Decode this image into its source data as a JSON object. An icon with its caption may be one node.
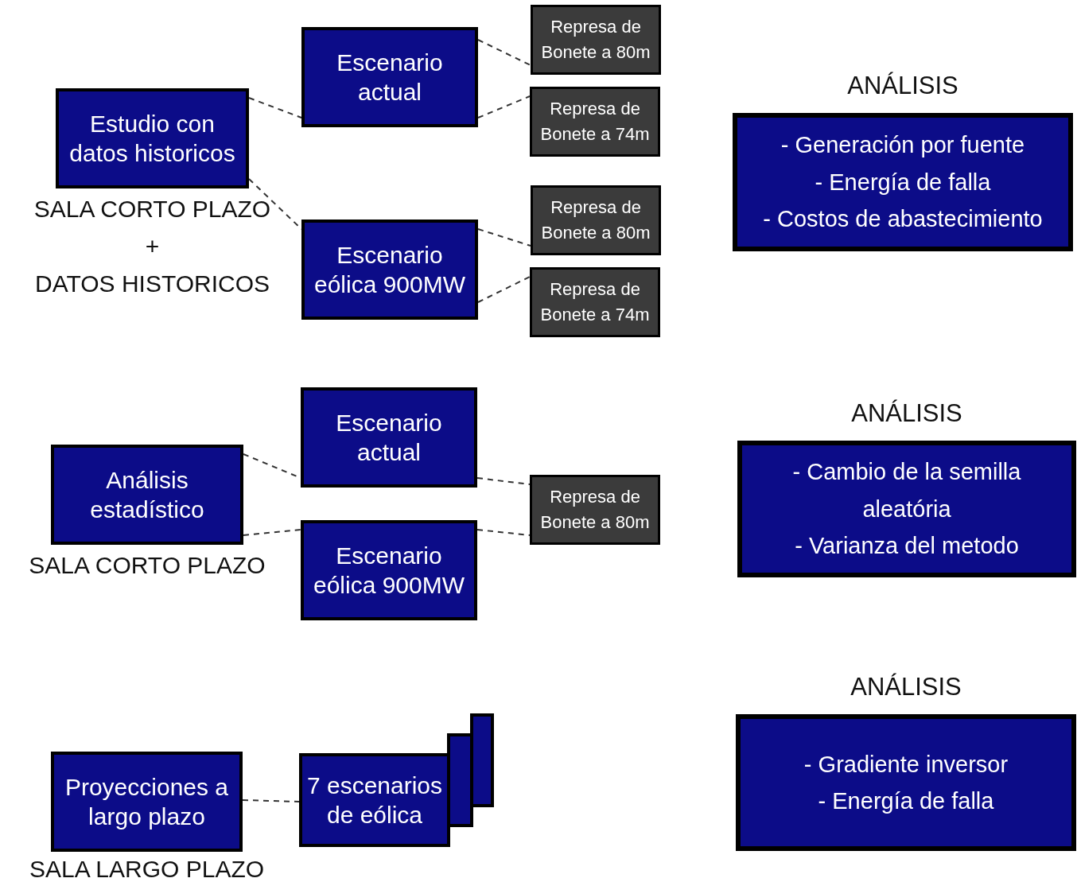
{
  "diagram": {
    "nodes": [
      {
        "text": [
          "Estudio con datos historicos"
        ],
        "beside": [
          "SALA CORTO PLAZO",
          "+",
          "DATOS HISTORICOS"
        ]
      },
      {
        "text": [
          "Escenario actual"
        ]
      },
      {
        "text": [
          "Represa de Bonete a 80m"
        ]
      },
      {
        "text": [
          "Represa de Bonete a 74m"
        ]
      },
      {
        "text": [
          "Escenario eólica 900MW"
        ]
      },
      {
        "text": [
          "Represa de Bonete a 80m"
        ]
      },
      {
        "text": [
          "Represa de Bonete a 74m"
        ]
      },
      {
        "text": [
          "ANÁLISIS",
          "- Generación por fuente",
          "- Energía de falla",
          "- Costos de abastecimiento"
        ]
      },
      {
        "text": [
          "Análisis estadístico"
        ],
        "beside": [
          "SALA CORTO PLAZO"
        ]
      },
      {
        "text": [
          "Escenario actual"
        ]
      },
      {
        "text": [
          "Escenario eólica 900MW"
        ]
      },
      {
        "text": [
          "Represa de Bonete a 80m"
        ]
      },
      {
        "text": [
          "ANÁLISIS",
          "- Cambio de la semilla aleatória",
          "- Varianza del metodo"
        ]
      },
      {
        "text": [
          "Proyecciones a largo plazo"
        ],
        "beside": [
          "SALA LARGO PLAZO"
        ]
      },
      {
        "text": [],
        "shape": "box"
      },
      {
        "text": [],
        "shape": "box"
      },
      {
        "text": [
          "7 escenarios de eólica"
        ]
      },
      {
        "text": [
          "ANÁLISIS",
          "- Gradiente inversor",
          "- Energía de falla"
        ]
      }
    ],
    "edges": [
      {
        "from": 0,
        "to": 1,
        "arrow": "none",
        "style": "dashed"
      },
      {
        "from": 0,
        "to": 4,
        "arrow": "none",
        "style": "dashed"
      },
      {
        "from": 1,
        "to": 2,
        "arrow": "none",
        "style": "dashed"
      },
      {
        "from": 1,
        "to": 3,
        "arrow": "none",
        "style": "dashed"
      },
      {
        "from": 4,
        "to": 5,
        "arrow": "none",
        "style": "dashed"
      },
      {
        "from": 4,
        "to": 6,
        "arrow": "none",
        "style": "dashed"
      },
      {
        "from": 8,
        "to": 9,
        "arrow": "none",
        "style": "dashed"
      },
      {
        "from": 8,
        "to": 10,
        "arrow": "none",
        "style": "dashed"
      },
      {
        "from": 9,
        "to": 11,
        "arrow": "none",
        "style": "dashed"
      },
      {
        "from": 10,
        "to": 11,
        "arrow": "none",
        "style": "dashed"
      },
      {
        "from": 13,
        "to": 16,
        "arrow": "none",
        "style": "dashed"
      }
    ]
  }
}
